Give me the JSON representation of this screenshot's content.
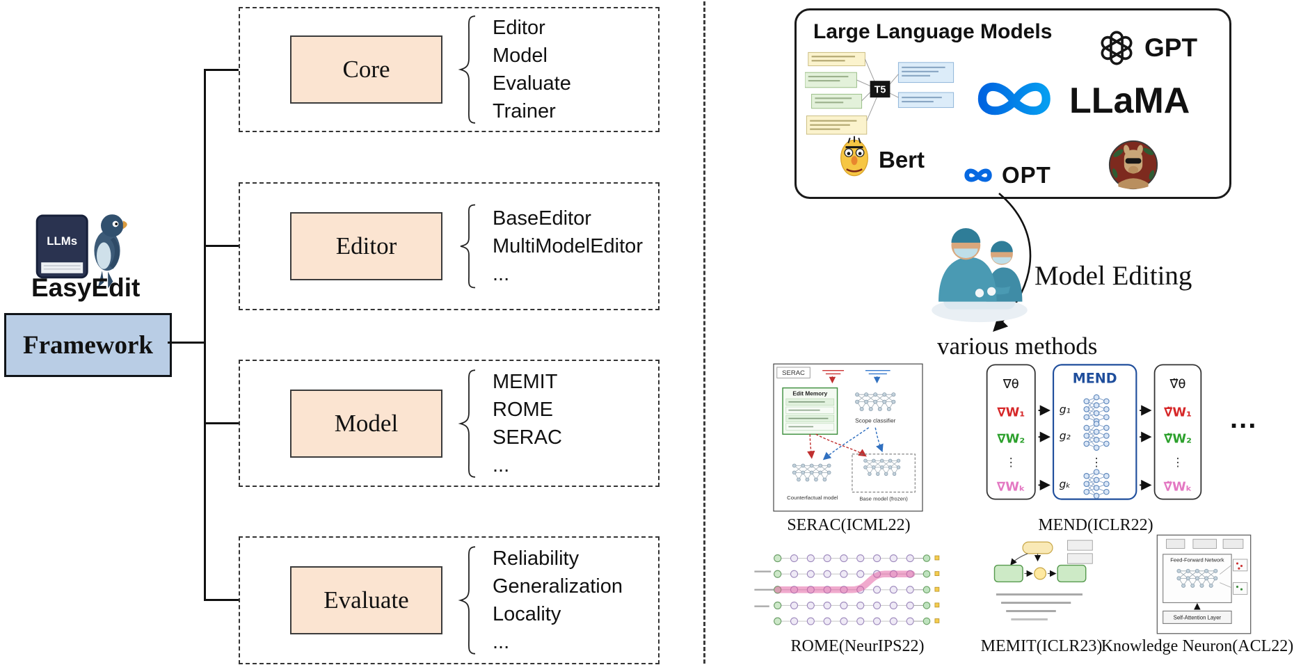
{
  "left": {
    "logo": {
      "book_label": "LLMs",
      "title": "EasyEdit"
    },
    "framework_label": "Framework",
    "groups": [
      {
        "label": "Core",
        "items": [
          "Editor",
          "Model",
          "Evaluate",
          "Trainer"
        ]
      },
      {
        "label": "Editor",
        "items": [
          "BaseEditor",
          "MultiModelEditor",
          "..."
        ]
      },
      {
        "label": "Model",
        "items": [
          "MEMIT",
          "ROME",
          "SERAC",
          "..."
        ]
      },
      {
        "label": "Evaluate",
        "items": [
          "Reliability",
          "Generalization",
          "Locality",
          "..."
        ]
      }
    ]
  },
  "right": {
    "llm_box": {
      "title": "Large Language Models",
      "t5": "T5",
      "gpt": "GPT",
      "llama": "LLaMA",
      "bert": "Bert",
      "opt": "OPT"
    },
    "model_editing_label": "Model Editing",
    "various_methods_label": "various methods",
    "ellipsis": "...",
    "methods": {
      "serac": {
        "caption": "SERAC(ICML22)",
        "tag": "SERAC",
        "edit_memory": "Edit Memory",
        "scope_classifier": "Scope classifier",
        "counterfactual_model": "Counterfactual model",
        "base_model": "Base model (frozen)"
      },
      "mend": {
        "caption": "MEND(ICLR22)",
        "title": "MEND",
        "grad_theta": "∇θ",
        "grad_w1": "∇W₁",
        "grad_w2": "∇W₂",
        "grad_wk": "∇Wₖ",
        "g1": "g₁",
        "g2": "g₂",
        "gk": "gₖ",
        "vdots": "⋮",
        "tilde_theta": "∇̃θ",
        "tilde_w1": "∇̃W₁",
        "tilde_w2": "∇̃W₂",
        "tilde_wk": "∇̃Wₖ"
      },
      "rome": {
        "caption": "ROME(NeurIPS22)"
      },
      "memit": {
        "caption": "MEMIT(ICLR23)"
      },
      "knowledge_neuron": {
        "caption": "Knowledge Neuron(ACL22)",
        "ffn_label": "Feed-Forward Network",
        "attn_label": "Self-Attention Layer"
      }
    }
  }
}
